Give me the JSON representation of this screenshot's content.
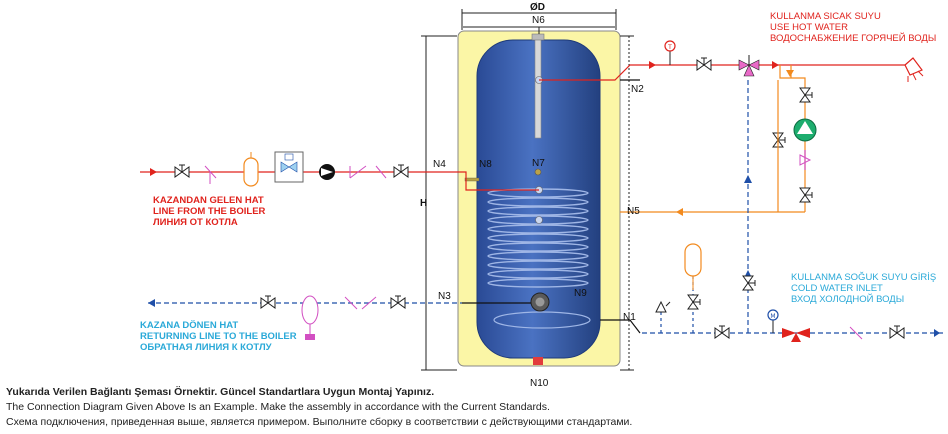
{
  "dimensions": {
    "diameter": "ØD",
    "height": "H"
  },
  "connections": {
    "n1": "N1",
    "n2": "N2",
    "n3": "N3",
    "n4": "N4",
    "n5": "N5",
    "n6": "N6",
    "n7": "N7",
    "n8": "N8",
    "n9": "N9",
    "n10": "N10"
  },
  "hot_water": {
    "line_tr": "KULLANMA SICAK SUYU",
    "line_en": "USE HOT WATER",
    "line_ru": "ВОДОСНАБЖЕНИЕ ГОРЯЧЕЙ ВОДЫ"
  },
  "boiler_flow": {
    "line_tr": "KAZANDAN GELEN HAT",
    "line_en": "LINE FROM THE BOILER",
    "line_ru": "ЛИНИЯ ОТ КОТЛА"
  },
  "boiler_return": {
    "line_tr": "KAZANA DÖNEN HAT",
    "line_en": "RETURNING LINE TO THE BOILER",
    "line_ru": "ОБРАТНАЯ ЛИНИЯ К КОТЛУ"
  },
  "cold_water": {
    "line_tr": "KULLANMA SOĞUK SUYU GİRİŞ",
    "line_en": "COLD WATER INLET",
    "line_ru": "ВХОД ХОЛОДНОЙ ВОДЫ"
  },
  "notes": {
    "line_tr": "Yukarıda Verilen Bağlantı Şeması Örnektir. Güncel Standartlara Uygun Montaj Yapınız.",
    "line_en": "The Connection Diagram Given Above Is an Example. Make the assembly in accordance with the Current Standards.",
    "line_ru": "Схема подключения, приведенная выше, является примером. Выполните сборку в соответствии с действующими стандартами."
  },
  "icons": [
    "valve-icon",
    "check-valve-icon",
    "strainer-icon",
    "pump-icon",
    "thermometer-icon",
    "three-way-valve-icon",
    "expansion-vessel-icon",
    "safety-valve-icon",
    "pressure-gauge-icon",
    "shower-head-icon"
  ],
  "colors": {
    "hot": "#e0231d",
    "cold": "#2aa9d8",
    "circulation": "#f28a1e",
    "tank": "#3f63b0",
    "insulation": "#fbf6a6",
    "pump": "#1dad6e",
    "drain": "#1f4fa8"
  }
}
